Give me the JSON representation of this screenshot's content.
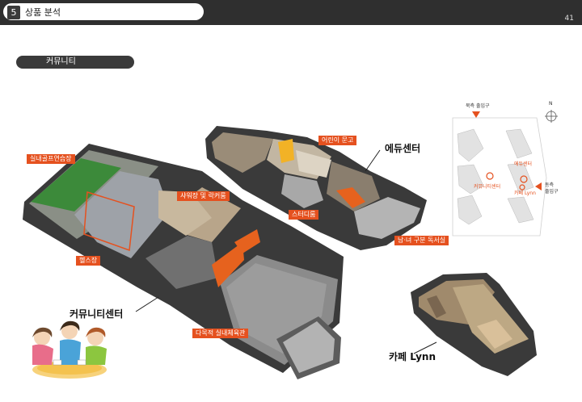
{
  "header": {
    "section_number": "5",
    "section_title": "상품 분석",
    "page_number": "41"
  },
  "subheader": {
    "title": "커뮤니티"
  },
  "callouts": {
    "golf": "실내골프연습장",
    "shower": "샤워장 및 락커룸",
    "gym": "헬스장",
    "sports_hall": "다목적 실내체육관",
    "kids_library": "어린이 문고",
    "study": "스터디룸",
    "reading": "남·녀 구분 독서실"
  },
  "big_labels": {
    "community_center": "커뮤니티센터",
    "edu_center": "에듀센터",
    "cafe": "카페 Lynn"
  },
  "site_map": {
    "north_gate": "북측 출입구",
    "east_gate_1": "동측",
    "east_gate_2": "출입구",
    "edu": "에듀센터",
    "community": "커뮤니티센터",
    "cafe": "카페 Lynn",
    "compass": "N"
  },
  "colors": {
    "accent": "#e5511f",
    "dark": "#2f2f2f",
    "floor": "#6e6e6e"
  }
}
